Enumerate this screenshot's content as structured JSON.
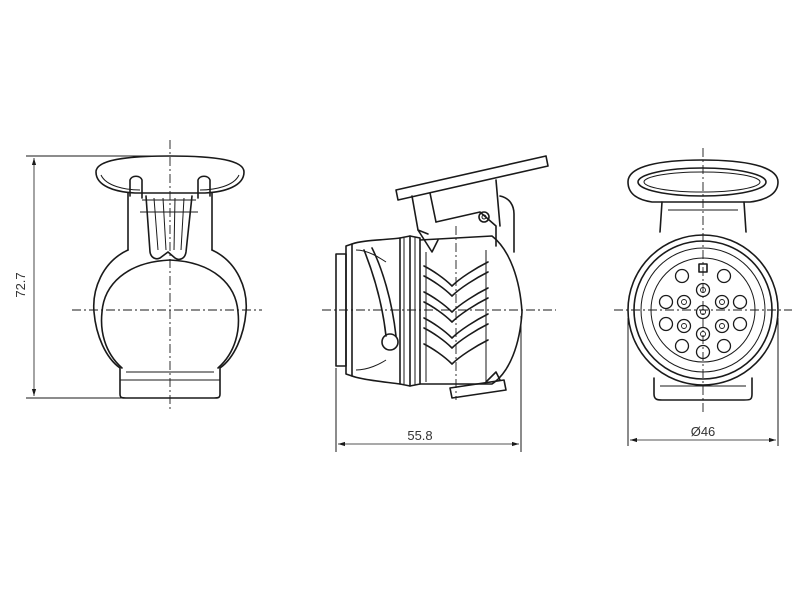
{
  "dimensions": {
    "height_label": "72.7",
    "length_label": "55.8",
    "diameter_label": "Ø46"
  },
  "colors": {
    "line": "#1a1a1a",
    "text": "#333333",
    "background": "#ffffff"
  }
}
